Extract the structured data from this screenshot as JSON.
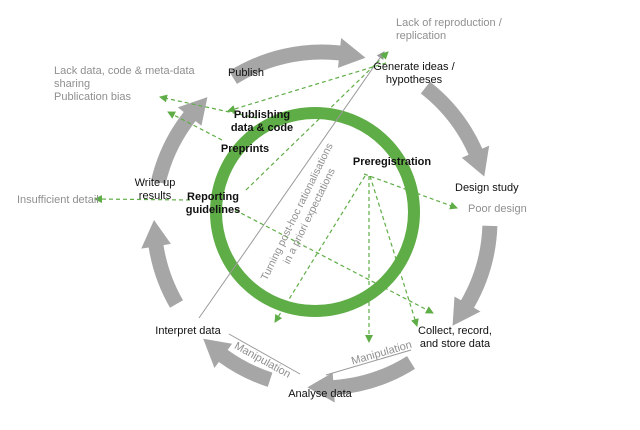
{
  "diagram": {
    "cycle_stages": {
      "publish": "Publish",
      "generate": "Generate ideas /\nhypotheses",
      "design": "Design study",
      "collect": "Collect, record,\nand store data",
      "analyse": "Analyse data",
      "interpret": "Interpret data",
      "write": "Write up\nresults"
    },
    "solutions": {
      "publishing": "Publishing\ndata & code",
      "preprints": "Preprints",
      "preregistration": "Preregistration",
      "reporting": "Reporting\nguidelines"
    },
    "threats": {
      "reproduction": "Lack of reproduction /\nreplication",
      "lack_data": "Lack data, code & meta-data\nsharing\nPublication bias",
      "insufficient": "Insufficient detail",
      "poor_design": "Poor design",
      "manipulation_left": "Manipulation",
      "manipulation_right": "Manipulation",
      "turning": "Turning post-hoc rationalisations\nin a priori expectations"
    },
    "colors": {
      "cycle_arrow": "#a6a6a6",
      "solution_ring": "#5fad46",
      "threat_line": "#5fad46",
      "threat_text": "#8f8f8f"
    }
  }
}
